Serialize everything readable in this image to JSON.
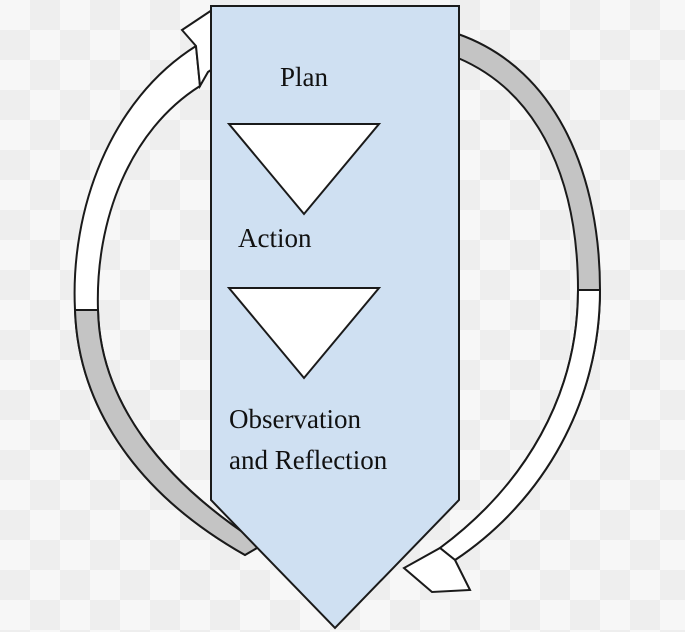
{
  "diagram": {
    "steps": [
      {
        "id": "plan",
        "label": "Plan"
      },
      {
        "id": "action",
        "label": "Action"
      },
      {
        "id": "observation",
        "label_lines": [
          "Observation",
          "and Reflection"
        ]
      }
    ],
    "colors": {
      "main_arrow_fill": "#cfe0f2",
      "outline": "#1a1a1a",
      "cycle_arrow_light": "#ffffff",
      "cycle_arrow_shaded": "#c4c4c4",
      "chevron_fill": "#ffffff"
    }
  }
}
